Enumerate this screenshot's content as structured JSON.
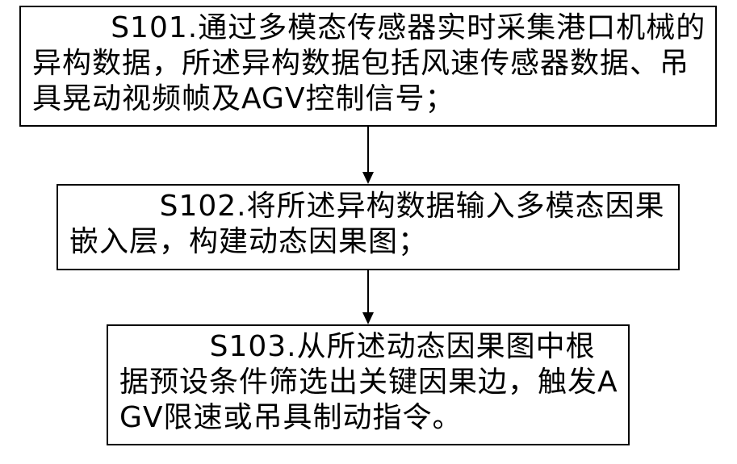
{
  "steps": [
    {
      "id": "S101.",
      "text": "通过多模态传感器实时采集港口机械的异构数据，所述异构数据包括风速传感器数据、吊具晃动视频帧及AGV控制信号；"
    },
    {
      "id": "S102.",
      "text": "将所述异构数据输入多模态因果嵌入层，构建动态因果图；"
    },
    {
      "id": "S103.",
      "text": "从所述动态因果图中根据预设条件筛选出关键因果边，触发AGV限速或吊具制动指令。"
    }
  ]
}
